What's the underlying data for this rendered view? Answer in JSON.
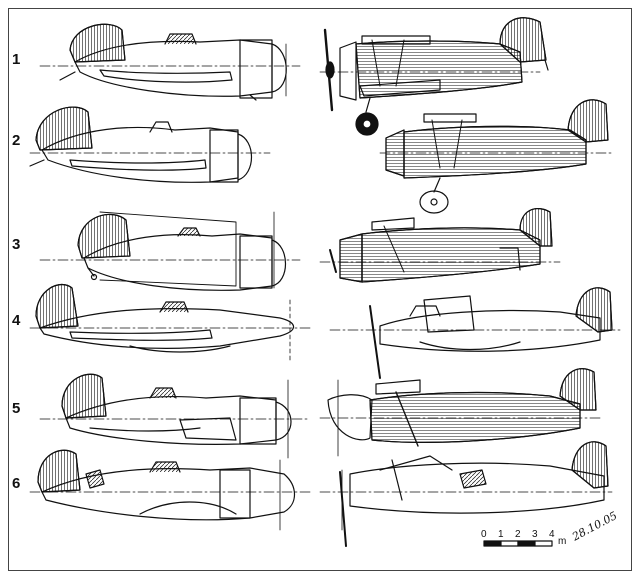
{
  "rows": [
    {
      "label": "1"
    },
    {
      "label": "2"
    },
    {
      "label": "3"
    },
    {
      "label": "4"
    },
    {
      "label": "5"
    },
    {
      "label": "6"
    }
  ],
  "scale": {
    "ticks": [
      "0",
      "1",
      "2",
      "3",
      "4"
    ],
    "unit": "m"
  },
  "signature_date": "28.10.05",
  "colors": {
    "ink": "#111111",
    "paper": "#ffffff"
  }
}
